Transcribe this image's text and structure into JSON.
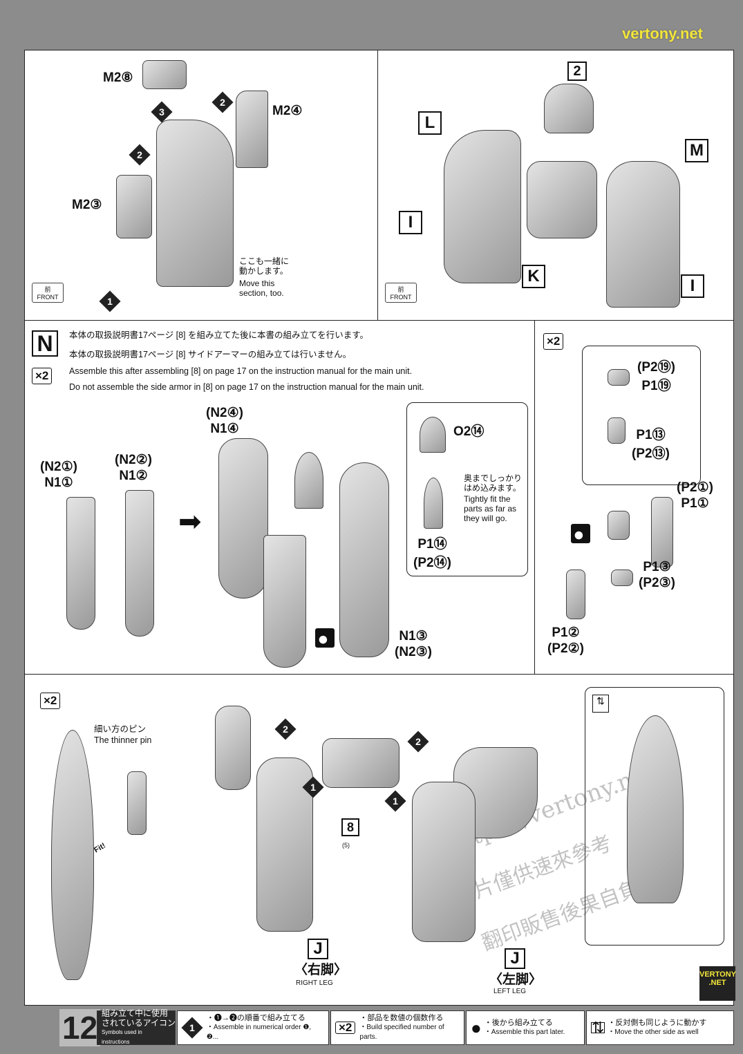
{
  "page_number": "12",
  "panel_top_left": {
    "labels": [
      "M2⑧",
      "M2④",
      "M2③"
    ],
    "note_jp": "ここも一緒に\n動かします。",
    "note_en": "Move this\nsection, too.",
    "front_jp": "前",
    "front_en": "FRONT",
    "steps": [
      "1",
      "2",
      "2",
      "3"
    ]
  },
  "panel_top_right": {
    "labels": [
      "2",
      "L",
      "M",
      "I",
      "K",
      "I"
    ],
    "front_jp": "前",
    "front_en": "FRONT"
  },
  "panel_n": {
    "letter": "N",
    "count": "×2",
    "jp1": "本体の取扱説明書17ページ [8] を組み立てた後に本書の組み立てを行います。",
    "jp2": "本体の取扱説明書17ページ [8] サイドアーマーの組み立ては行いません。",
    "en1": "Assemble this after assembling [8] on page 17 on the instruction manual for the main unit.",
    "en2": "Do not assemble the side armor in [8] on page 17 on the instruction manual for the main unit.",
    "parts": [
      "(N2①)\nN1①",
      "(N2②)\nN1②",
      "(N2④)\nN1④",
      "O2⑭",
      "P1⑭\n(P2⑭)",
      "N1③\n(N2③)"
    ],
    "callout_jp": "奥までしっかり\nはめ込みます。",
    "callout_en": "Tightly fit the\nparts as far as\nthey will go."
  },
  "panel_p": {
    "count": "×2",
    "parts": [
      "(P2⑲)\nP1⑲",
      "P1⑬\n(P2⑬)",
      "(P2①)\nP1①",
      "P1③\n(P2③)",
      "P1②\n(P2②)"
    ]
  },
  "panel_bottom": {
    "count": "×2",
    "pin_jp": "細い方のピン",
    "pin_en": "The thinner pin",
    "fit": "Fit!",
    "step_ref": "8",
    "step_ref_sub": "(5)",
    "steps": [
      "2",
      "2",
      "1",
      "1"
    ],
    "right_leg_letter": "J",
    "right_leg_jp": "〈右脚〉",
    "right_leg_en": "RIGHT LEG",
    "left_leg_letter": "J",
    "left_leg_jp": "〈左脚〉",
    "left_leg_en": "LEFT LEG"
  },
  "footer": {
    "title_jp": "組み立て中に使用\nされているアイコン",
    "title_en": "Symbols used in instructions",
    "icons": [
      {
        "glyph": "1",
        "jp": "・❶→❷の順番で組み立てる",
        "en": "・Assemble in numerical order ❶, ❷..."
      },
      {
        "glyph": "×2",
        "jp": "・部品を数値の個数作る",
        "en": "・Build specified number of parts."
      },
      {
        "glyph": "●",
        "jp": "・後から組み立てる",
        "en": "・Assemble this part later."
      },
      {
        "glyph": "⇅",
        "jp": "・反対側も同じように動かす",
        "en": "・Move the other side as well"
      }
    ]
  },
  "watermark": {
    "url": "https://vertony.net",
    "cn1": "圖片僅供速來參考",
    "cn2": "翻印販售後果自負",
    "badge": "VERTONY\n.NET",
    "footer_mark": "vertony.net"
  }
}
